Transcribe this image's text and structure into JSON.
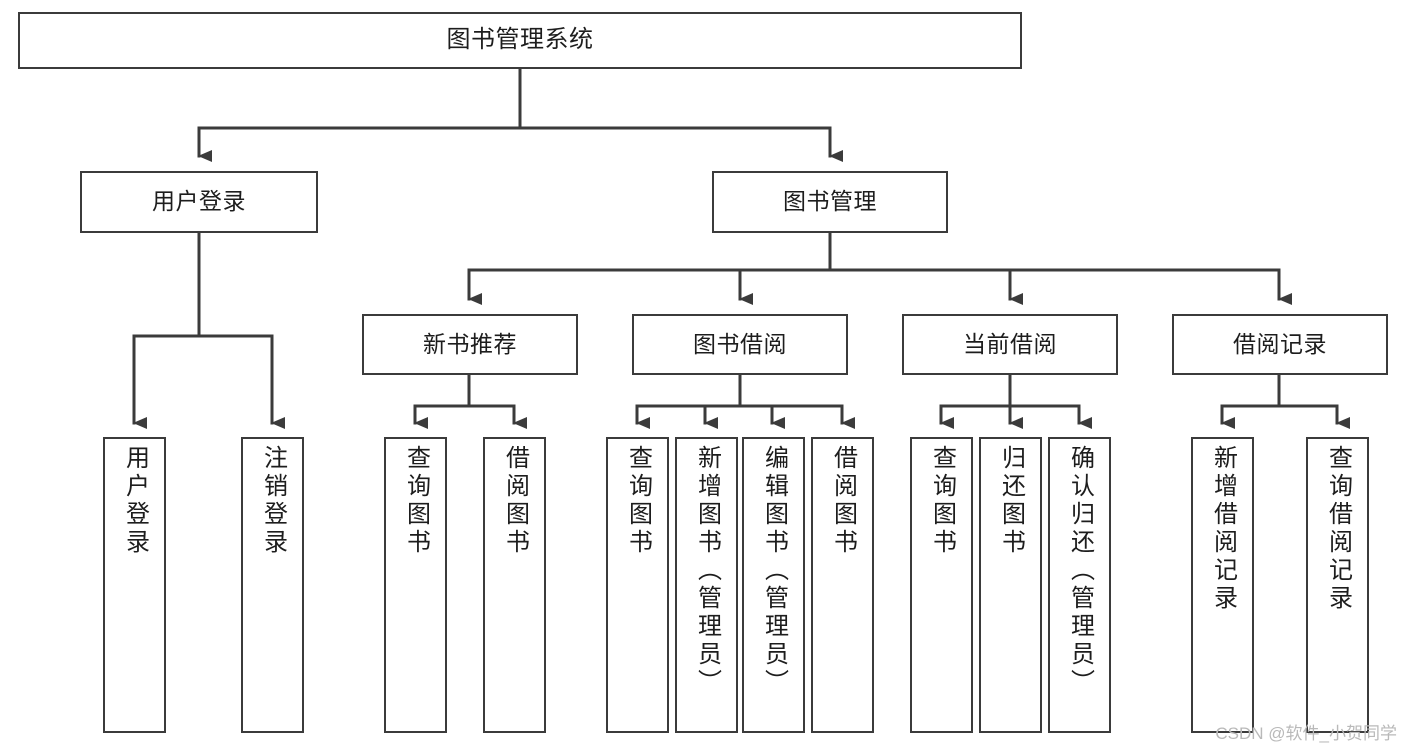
{
  "diagram": {
    "title": "图书管理系统",
    "type": "tree",
    "watermark": "CSDN @软件_小贺同学",
    "colors": {
      "box_border": "#3b3b3b",
      "box_fill": "#ffffff",
      "edge": "#3b3b3b",
      "text": "#1d1d1d",
      "watermark": "#b9b9b9",
      "background": "#ffffff"
    },
    "nodes": {
      "root": {
        "label": "图书管理系统"
      },
      "level2": [
        {
          "label": "用户登录"
        },
        {
          "label": "图书管理"
        }
      ],
      "level3": [
        {
          "label": "新书推荐"
        },
        {
          "label": "图书借阅"
        },
        {
          "label": "当前借阅"
        },
        {
          "label": "借阅记录"
        }
      ],
      "leaves": {
        "user_login": [
          {
            "label": "用户登录"
          },
          {
            "label": "注销登录"
          }
        ],
        "new_book_recommend": [
          {
            "label": "查询图书"
          },
          {
            "label": "借阅图书"
          }
        ],
        "book_borrow": [
          {
            "label": "查询图书"
          },
          {
            "label": "新增图书（管理员）"
          },
          {
            "label": "编辑图书（管理员）"
          },
          {
            "label": "借阅图书"
          }
        ],
        "current_borrow": [
          {
            "label": "查询图书"
          },
          {
            "label": "归还图书"
          },
          {
            "label": "确认归还（管理员）"
          }
        ],
        "borrow_record": [
          {
            "label": "新增借阅记录"
          },
          {
            "label": "查询借阅记录"
          }
        ]
      }
    }
  }
}
